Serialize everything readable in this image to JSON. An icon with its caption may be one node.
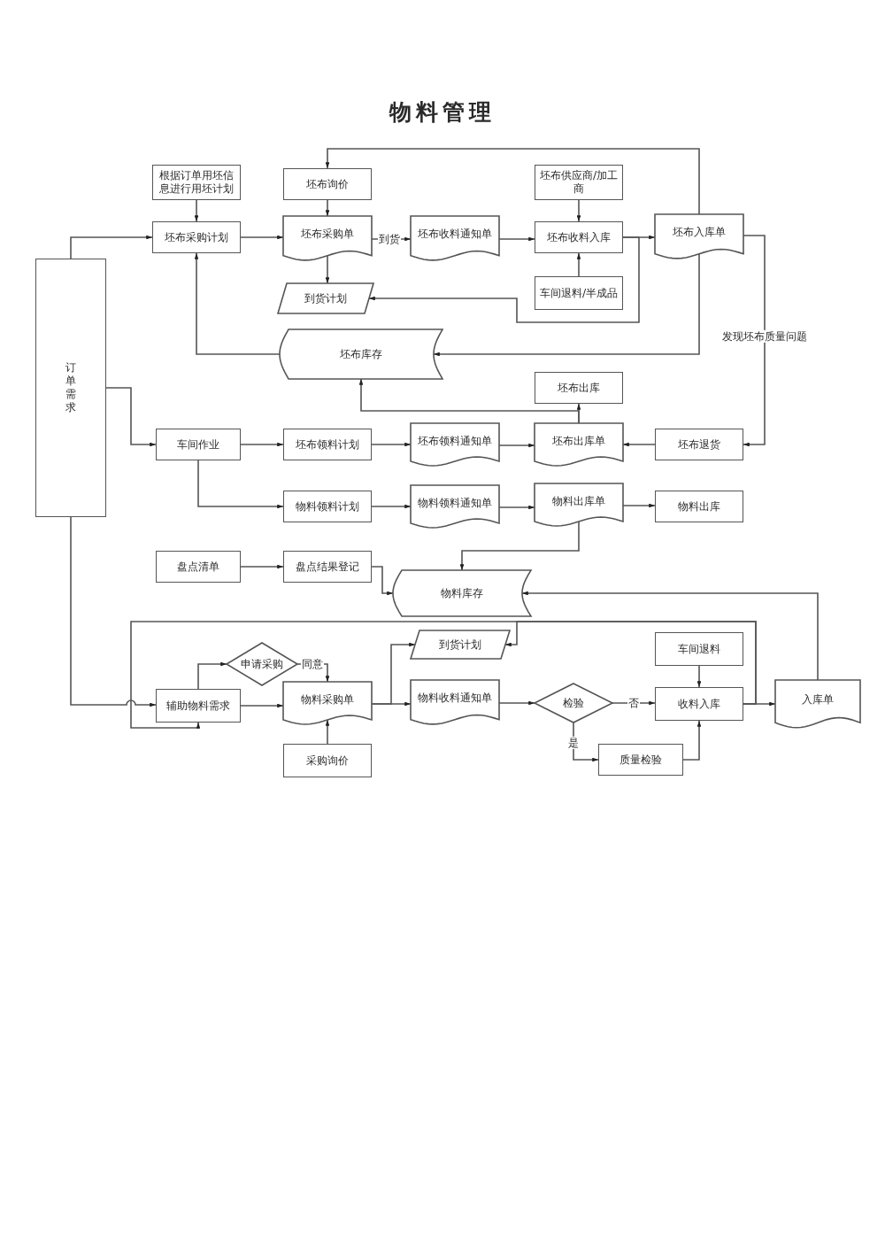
{
  "diagram": {
    "title": "物料管理",
    "nodes": [
      {
        "text": [
          "订单需求"
        ]
      },
      {
        "text": [
          "根据订单用坯信息进行用坯计划"
        ]
      },
      {
        "text": [
          "坯布采购计划"
        ]
      },
      {
        "text": [
          "坯布询价"
        ]
      },
      {
        "text": [
          "坯布采购单"
        ]
      },
      {
        "text": [
          "坯布收料通知单"
        ]
      },
      {
        "text": [
          "坯布供应商/加工商"
        ]
      },
      {
        "text": [
          "坯布收料入库"
        ]
      },
      {
        "text": [
          "坯布入库单"
        ]
      },
      {
        "text": [
          "车间退料/半成品"
        ]
      },
      {
        "text": [
          "到货计划"
        ]
      },
      {
        "text": [
          "坯布库存"
        ]
      },
      {
        "text": [
          "坯布出库"
        ]
      },
      {
        "text": [
          "车间作业"
        ]
      },
      {
        "text": [
          "坯布领料计划"
        ]
      },
      {
        "text": [
          "坯布领料通知单"
        ]
      },
      {
        "text": [
          "坯布出库单"
        ]
      },
      {
        "text": [
          "坯布退货"
        ]
      },
      {
        "text": [
          "物料领料计划"
        ]
      },
      {
        "text": [
          "物料领料通知单"
        ]
      },
      {
        "text": [
          "物料出库单"
        ]
      },
      {
        "text": [
          "物料出库"
        ]
      },
      {
        "text": [
          "盘点清单"
        ]
      },
      {
        "text": [
          "盘点结果登记"
        ]
      },
      {
        "text": [
          "物料库存"
        ]
      },
      {
        "text": [
          "到货计划"
        ]
      },
      {
        "text": [
          "辅助物料需求"
        ]
      },
      {
        "text": [
          "申请采购"
        ]
      },
      {
        "text": [
          "物料采购单"
        ]
      },
      {
        "text": [
          "采购询价"
        ]
      },
      {
        "text": [
          "物料收料通知单"
        ]
      },
      {
        "text": [
          "检验"
        ]
      },
      {
        "text": [
          "车间退料"
        ]
      },
      {
        "text": [
          "收料入库"
        ]
      },
      {
        "text": [
          "质量检验"
        ]
      },
      {
        "text": [
          "入库单"
        ]
      }
    ],
    "edges": [
      {
        "from": 1,
        "to": 2,
        "arrow": "to"
      },
      {
        "from": 0,
        "to": 2,
        "arrow": "to"
      },
      {
        "from": 2,
        "to": 4,
        "arrow": "to"
      },
      {
        "from": 3,
        "to": 4,
        "arrow": "to"
      },
      {
        "from": 4,
        "to": 5,
        "arrow": "to",
        "label": "到货"
      },
      {
        "from": 4,
        "to": 10,
        "arrow": "to"
      },
      {
        "from": 5,
        "to": 7,
        "arrow": "to"
      },
      {
        "from": 6,
        "to": 7,
        "arrow": "to"
      },
      {
        "from": 9,
        "to": 7,
        "arrow": "to"
      },
      {
        "from": 7,
        "to": 8,
        "arrow": "to"
      },
      {
        "from": 8,
        "to": 3,
        "arrow": "to"
      },
      {
        "from": 7,
        "to": 10,
        "arrow": "to"
      },
      {
        "from": 8,
        "to": 11,
        "arrow": "to"
      },
      {
        "from": 11,
        "to": 2,
        "arrow": "to"
      },
      {
        "from": 8,
        "to": 17,
        "arrow": "to",
        "label": "发现坯布质量问题"
      },
      {
        "from": 16,
        "to": 11,
        "arrow": "to"
      },
      {
        "from": 16,
        "to": 12,
        "arrow": "to"
      },
      {
        "from": 0,
        "to": 13,
        "arrow": "to"
      },
      {
        "from": 13,
        "to": 14,
        "arrow": "to"
      },
      {
        "from": 13,
        "to": 18,
        "arrow": "to"
      },
      {
        "from": 14,
        "to": 15,
        "arrow": "to"
      },
      {
        "from": 15,
        "to": 16,
        "arrow": "to"
      },
      {
        "from": 17,
        "to": 16,
        "arrow": "to"
      },
      {
        "from": 18,
        "to": 19,
        "arrow": "to"
      },
      {
        "from": 19,
        "to": 20,
        "arrow": "to"
      },
      {
        "from": 20,
        "to": 21,
        "arrow": "to"
      },
      {
        "from": 20,
        "to": 24,
        "arrow": "to"
      },
      {
        "from": 22,
        "to": 23,
        "arrow": "to"
      },
      {
        "from": 23,
        "to": 24,
        "arrow": "to"
      },
      {
        "from": 35,
        "to": 24,
        "arrow": "to"
      },
      {
        "from": 0,
        "to": 26,
        "arrow": "to"
      },
      {
        "from": 26,
        "to": 27,
        "arrow": "to"
      },
      {
        "from": 27,
        "to": 28,
        "arrow": "to",
        "label": "同意"
      },
      {
        "from": 26,
        "to": 28,
        "arrow": "to"
      },
      {
        "from": 29,
        "to": 28,
        "arrow": "to"
      },
      {
        "from": 28,
        "to": 30,
        "arrow": "to"
      },
      {
        "from": 28,
        "to": 25,
        "arrow": "to"
      },
      {
        "from": 30,
        "to": 31,
        "arrow": "to"
      },
      {
        "from": 31,
        "to": 33,
        "arrow": "to",
        "label": "否"
      },
      {
        "from": 31,
        "to": 34,
        "arrow": "to",
        "label": "是"
      },
      {
        "from": 34,
        "to": 33,
        "arrow": "to"
      },
      {
        "from": 32,
        "to": 33,
        "arrow": "to"
      },
      {
        "from": 33,
        "to": 35,
        "arrow": "to"
      },
      {
        "from": 33,
        "to": 25,
        "arrow": "to"
      },
      {
        "from": 33,
        "to": 26,
        "arrow": "to"
      }
    ]
  }
}
